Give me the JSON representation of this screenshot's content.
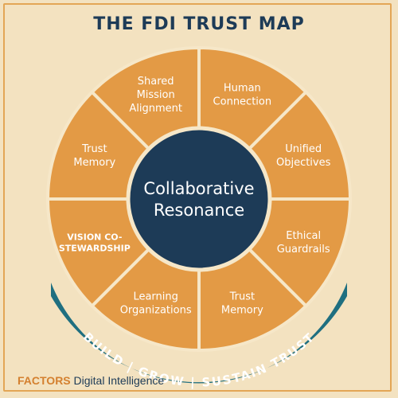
{
  "title": "THE FDI TRUST MAP",
  "center_label": [
    "Collaborative",
    "Resonance"
  ],
  "segments": [
    {
      "lines": [
        "Human",
        "Connection"
      ],
      "bold": false
    },
    {
      "lines": [
        "Unified",
        "Objectives"
      ],
      "bold": false
    },
    {
      "lines": [
        "Ethical",
        "Guardrails"
      ],
      "bold": false
    },
    {
      "lines": [
        "Trust",
        "Memory"
      ],
      "bold": false
    },
    {
      "lines": [
        "Learning",
        "Organizations"
      ],
      "bold": false
    },
    {
      "lines": [
        "VISION CO-",
        "STEWARDSHIP"
      ],
      "bold": true
    },
    {
      "lines": [
        "Trust",
        "Memory"
      ],
      "bold": false
    },
    {
      "lines": [
        "Shared",
        "Mission",
        "Alignment"
      ],
      "bold": false
    }
  ],
  "banner_text": "BUILD | GROW | SUSTAIN TRUST",
  "brand": {
    "strong": "FACTORS",
    "rest": " Digital Intelligence"
  },
  "colors": {
    "background": "#f3e2c0",
    "segment_fill": "#e39a45",
    "segment_stroke": "#f6e7c8",
    "center_fill": "#1d3b57",
    "banner_fill": "#1f6f80",
    "title": "#1d3b57",
    "brand_accent": "#d4802f"
  }
}
